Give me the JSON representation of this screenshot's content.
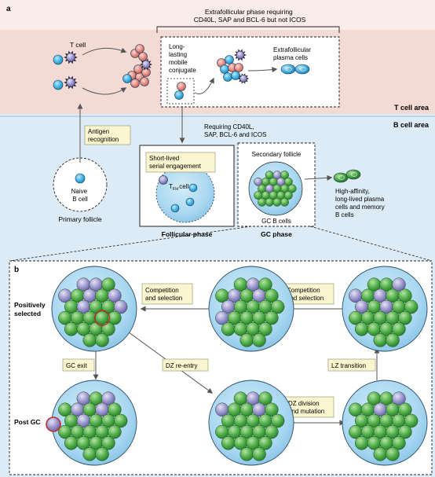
{
  "panel_a": {
    "label": "a",
    "tcell_area_label": "T cell area",
    "bcell_area_label": "B cell area",
    "tcell_label": "T cell",
    "extrafollicular_header": [
      "Extrafollicular phase requiring",
      "CD40L, SAP and BCL-6 but not ICOS"
    ],
    "long_lasting_label": [
      "Long-",
      "lasting",
      "mobile",
      "conjugate"
    ],
    "plasma_label": [
      "Extrafollicular",
      "plasma cells"
    ],
    "antigen_recognition": [
      "Antigen",
      "recognition"
    ],
    "requiring_label": [
      "Requiring CD40L,",
      "SAP, BCL-6 and ICOS"
    ],
    "naive_bcell": [
      "Naive",
      "B cell"
    ],
    "primary_follicle": "Primary follicle",
    "short_lived_box": [
      "Short-lived",
      "serial engagement"
    ],
    "tfh_main": "T",
    "tfh_sub": "FH",
    "tfh_suffix": "cell",
    "follicular_phase": "Follicular phase",
    "secondary_follicle": "Secondary follicle",
    "gc_bcells": "GC B cells",
    "gc_phase": "GC phase",
    "high_affinity": [
      "High-affinity,",
      "long-lived plasma",
      "cells and memory",
      "B cells"
    ]
  },
  "panel_b": {
    "label": "b",
    "positively_selected": [
      "Positively",
      "selected"
    ],
    "post_gc": "Post GC",
    "competition_1": [
      "Competition",
      "and selection"
    ],
    "competition_2": [
      "Competition",
      "and selection"
    ],
    "gc_exit": "GC exit",
    "dz_reentry": "DZ re-entry",
    "lz_transition": "LZ transition",
    "dz_division": [
      "DZ division",
      "and mutation"
    ]
  },
  "colors": {
    "tcell_band": "#f3d9d4",
    "bcell_band": "#dcebf5",
    "bcell_blue": "#3ab0e2",
    "tcell_pink": "#e8958f",
    "gc_green": "#3f9f3f",
    "plasma_green": "#2e8b2e",
    "label_box": "#fbf6cf",
    "gc_purple": "#8f88c6"
  }
}
